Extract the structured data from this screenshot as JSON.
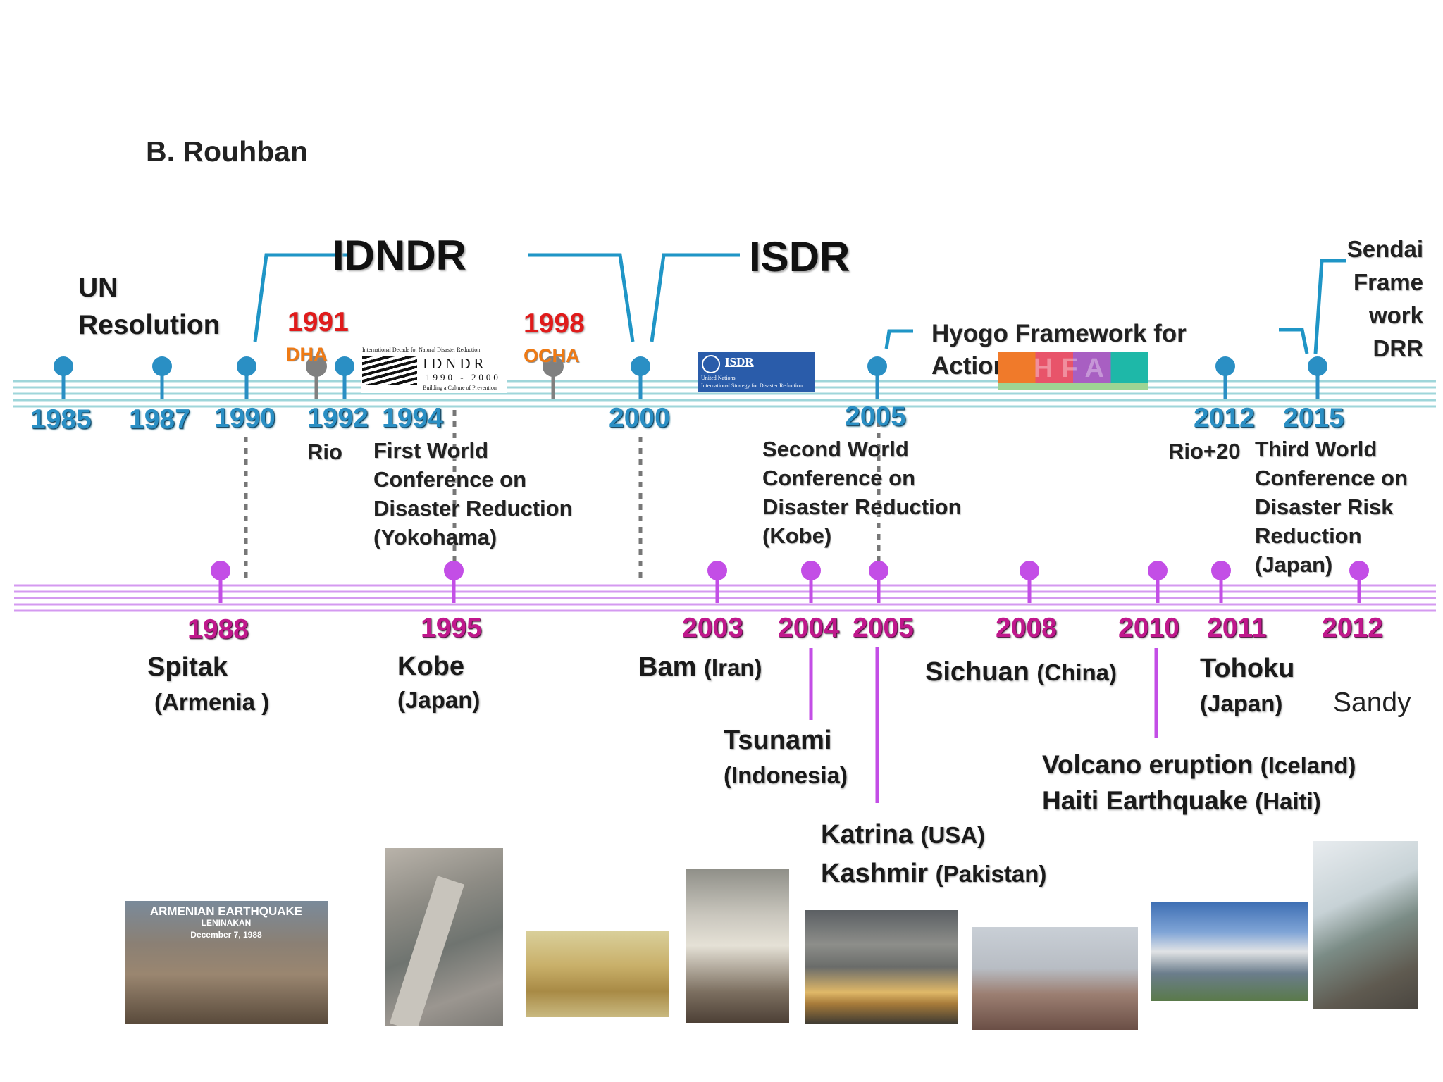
{
  "author": "B. Rouhban",
  "brackets": {
    "idndr": "IDNDR",
    "isdr": "ISDR"
  },
  "colors": {
    "top_timeline": "#2a8fc4",
    "bottom_timeline": "#c34ee6",
    "dha_pin": "#808080",
    "red_year": "#e01b1b",
    "orange_org": "#ef7a14",
    "magenta_year": "#c0188c"
  },
  "top_timeline": {
    "years": [
      "1985",
      "1987",
      "1990",
      "1992",
      "1994",
      "2000",
      "2005",
      "2012",
      "2015"
    ],
    "red_years": [
      {
        "year": "1991",
        "org": "DHA"
      },
      {
        "year": "1998",
        "org": "OCHA"
      }
    ],
    "un_resolution": [
      "UN",
      "Resolution"
    ],
    "rio": "Rio",
    "rio20": "Rio+20",
    "first_conference": [
      "First World",
      "Conference on",
      "Disaster Reduction",
      "(Yokohama)"
    ],
    "second_conference": [
      "Second World",
      "Conference on",
      "Disaster Reduction",
      "(Kobe)"
    ],
    "third_conference": [
      "Third World",
      "Conference on",
      "Disaster Risk",
      "Reduction",
      "(Japan)"
    ],
    "hyogo": [
      "Hyogo Framework for",
      "Action"
    ],
    "sendai": [
      "Sendai",
      "Frame",
      "work",
      "DRR"
    ]
  },
  "logos": {
    "idndr": {
      "top_line": "International Decade for Natural Disaster Reduction",
      "name": "IDNDR",
      "years": "1990 - 2000",
      "tagline": "Building a Culture of Prevention"
    },
    "isdr": {
      "name": "ISDR",
      "line1": "United Nations",
      "line2": "International Strategy for Disaster Reduction"
    },
    "hfa": "HFA"
  },
  "bottom_timeline": {
    "years": [
      "1988",
      "1995",
      "2003",
      "2004",
      "2005",
      "2008",
      "2010",
      "2011",
      "2012"
    ]
  },
  "events": {
    "spitak": {
      "name": "Spitak",
      "place": "(Armenia )"
    },
    "kobe": {
      "name": "Kobe",
      "place": "(Japan)"
    },
    "bam": {
      "name": "Bam",
      "place": "(Iran)"
    },
    "tsunami": {
      "name": "Tsunami",
      "place": "(Indonesia)"
    },
    "katrina": {
      "name": "Katrina",
      "place": "(USA)"
    },
    "kashmir": {
      "name": "Kashmir",
      "place": "(Pakistan)"
    },
    "sichuan": {
      "name": "Sichuan",
      "place": "(China)"
    },
    "volcano": {
      "name": "Volcano eruption",
      "place": "(Iceland)"
    },
    "haiti": {
      "name": "Haiti Earthquake",
      "place": "(Haiti)"
    },
    "tohoku": {
      "name": "Tohoku",
      "place": "(Japan)"
    },
    "sandy": "Sandy"
  },
  "photos": {
    "armenia_caption": [
      "ARMENIAN EARTHQUAKE",
      "LENINAKAN",
      "December 7, 1988"
    ]
  }
}
